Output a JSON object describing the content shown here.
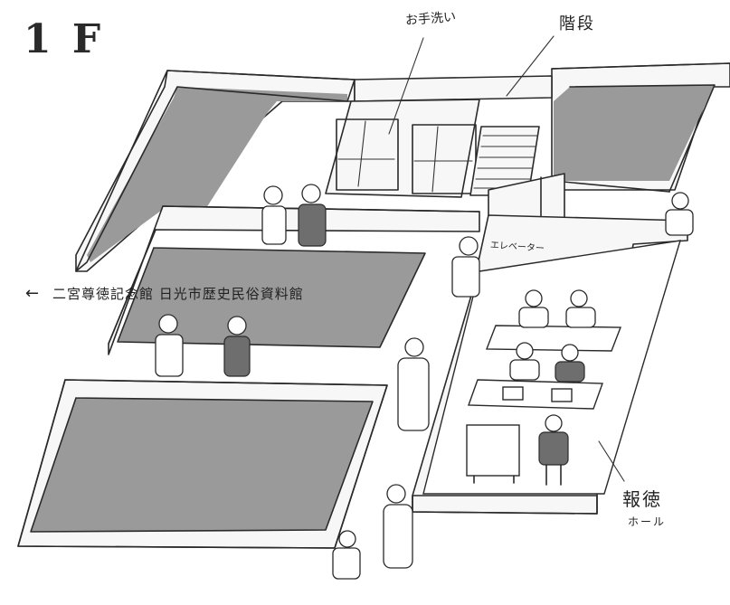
{
  "floor": {
    "label": "1 F"
  },
  "labels": {
    "washroom": "お手洗い",
    "stairs": "階段",
    "elevator": "エレベーター",
    "museum_direction": "二宮尊徳記念館 日光市歴史民俗資料館",
    "hall_line1": "報徳",
    "hall_line2": "ホール"
  },
  "colors": {
    "exhibit_gray": "#9a9a9a",
    "wall": "#f7f7f7",
    "line": "#2a2a2a",
    "ink": "#222222"
  },
  "icons": [
    "left-arrow-icon"
  ]
}
